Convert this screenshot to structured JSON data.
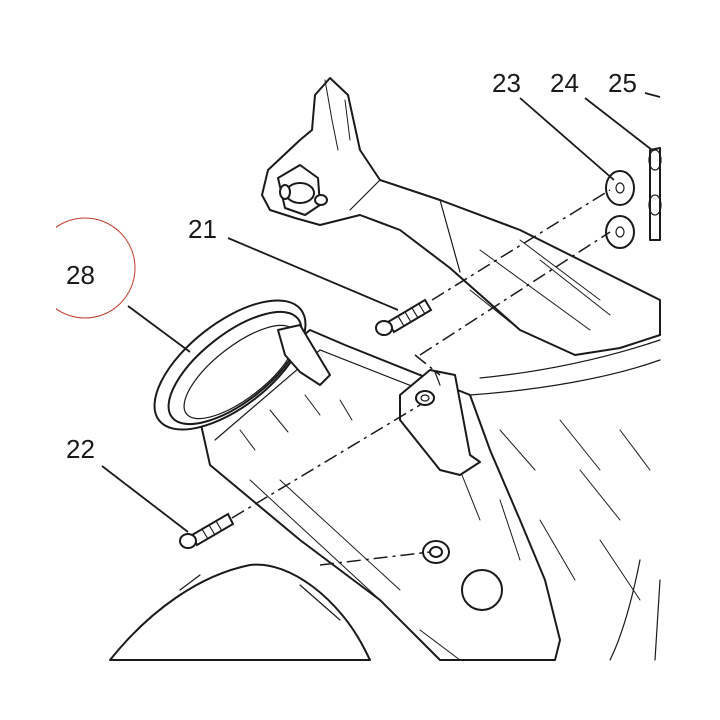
{
  "callouts": {
    "c21": "21",
    "c22": "22",
    "c23": "23",
    "c24": "24",
    "c25": "25",
    "c28": "28"
  },
  "colors": {
    "ink": "#1a1a1a",
    "highlight_circle": "#c0392b",
    "background": "#ffffff"
  }
}
